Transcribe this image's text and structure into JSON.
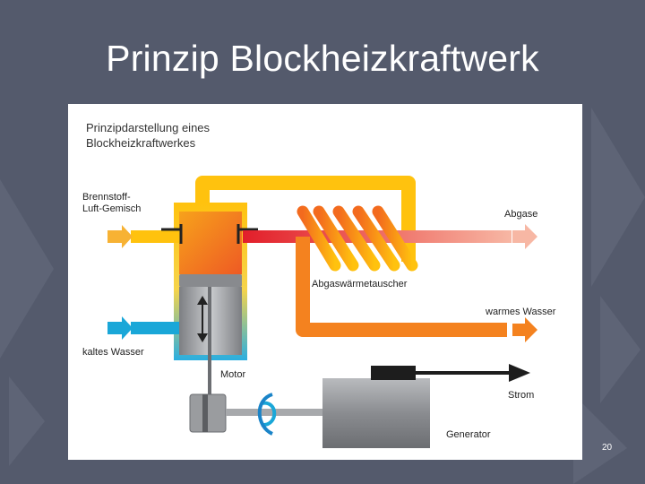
{
  "slide": {
    "title": "Prinzip Blockheizkraftwerk",
    "page_number": "20"
  },
  "diagram": {
    "heading": [
      "Prinzipdarstellung eines",
      "Blockheizkraftwerkes"
    ],
    "labels": {
      "fuel_air": [
        "Brennstoff-",
        "Luft-Gemisch"
      ],
      "cold_water": "kaltes Wasser",
      "exhaust": "Abgase",
      "heat_exchanger": "Abgaswärmetauscher",
      "warm_water": "warmes Wasser",
      "engine": "Motor",
      "electricity": "Strom",
      "generator": "Generator"
    }
  },
  "colors": {
    "slide_background": "#545a6c",
    "yellow_pipe": "#ffc20e",
    "orange_pipe": "#f4821f",
    "cold_water_blue": "#1aa7d8",
    "exhaust_red": "#e8302a",
    "generator_gray": "#8a8c90"
  }
}
